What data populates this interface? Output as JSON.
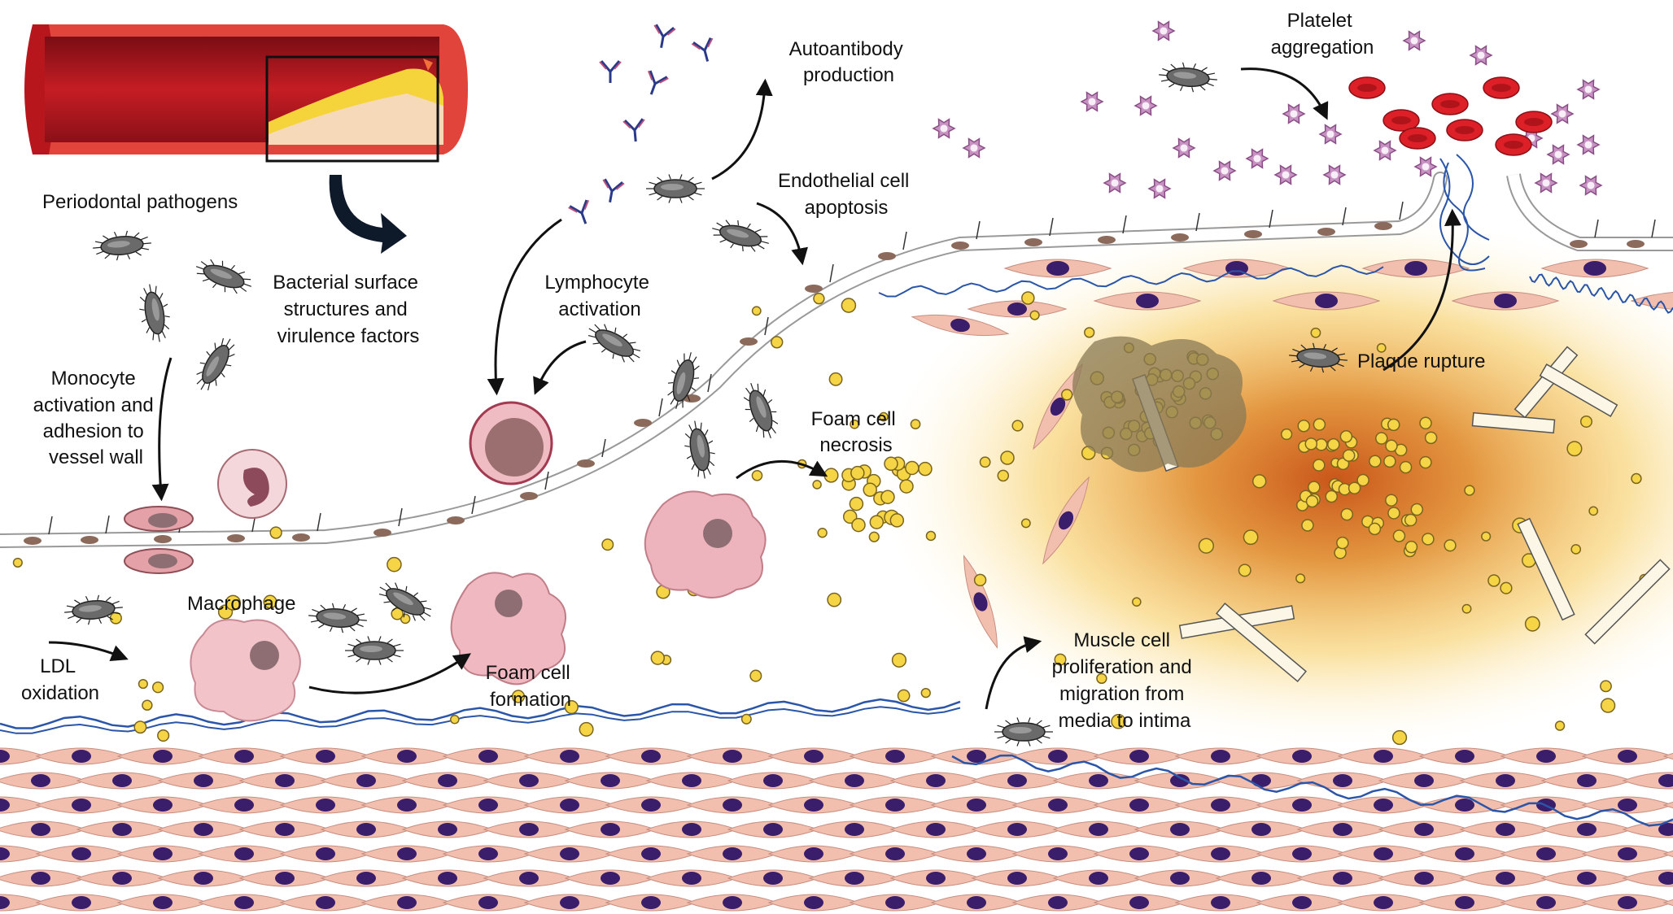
{
  "diagram": {
    "labels": {
      "periodontal_pathogens": "Periodontal pathogens",
      "bacterial_surface": [
        "Bacterial surface",
        "structures and",
        "virulence factors"
      ],
      "monocyte": [
        "Monocyte",
        "activation and",
        "adhesion to",
        "vessel wall"
      ],
      "macrophage": "Macrophage",
      "ldl": [
        "LDL",
        "oxidation"
      ],
      "foam_cell_formation": [
        "Foam cell",
        "formation"
      ],
      "lymphocyte": [
        "Lymphocyte",
        "activation"
      ],
      "autoantibody": [
        "Autoantibody",
        "production"
      ],
      "endothelial": [
        "Endothelial cell",
        "apoptosis"
      ],
      "foam_cell_necrosis": [
        "Foam cell",
        "necrosis"
      ],
      "platelet": [
        "Platelet",
        "aggregation"
      ],
      "plaque_rupture": "Plaque rupture",
      "muscle_cell": [
        "Muscle cell",
        "proliferation and",
        "migration from",
        "media to intima"
      ]
    },
    "colors": {
      "smooth_muscle": "#f2bfae",
      "nucleus": "#3a1d6b",
      "lipid": "#f5d546",
      "bacteria": "#555555",
      "elastic_lamina": "#2a55a8",
      "red_cell": "#dd1f27",
      "platelet": "#c792c2",
      "arrow": "#111111",
      "core_glow": "#d0641a"
    }
  }
}
